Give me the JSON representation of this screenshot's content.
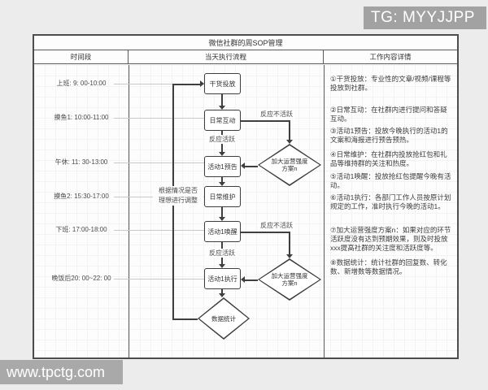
{
  "watermarks": {
    "telegram": "TG: MYYJJPP",
    "website": "www.tpctg.com"
  },
  "diagram": {
    "title": "微信社群的周SOP管理",
    "columns": {
      "time": "时间段",
      "process": "当天执行流程",
      "details": "工作内容详情"
    }
  },
  "timeline": [
    {
      "label": "上班: 9: 00-10:00"
    },
    {
      "label": "摸鱼1: 10:00-11:00"
    },
    {
      "label": "午休: 11: 30-13:00"
    },
    {
      "label": "摸鱼2: 15:30-17:00"
    },
    {
      "label": "下班: 17:00-18:00"
    },
    {
      "label": "晚饭后20: 00~22: 00"
    }
  ],
  "flow": {
    "nodes": [
      {
        "label": "干货投放"
      },
      {
        "label": "日常互动"
      },
      {
        "label": "活动1预告"
      },
      {
        "label": "日常维护"
      },
      {
        "label": "活动1唤醒"
      },
      {
        "label": "活动1执行"
      }
    ],
    "decision_plan": "加大运营强度方案n",
    "decision_stats": "数据统计",
    "labels": {
      "active": "反应活跃",
      "inactive": "反应不活跃",
      "feedback_line1": "根据情况是否",
      "feedback_line2": "理想进行调整"
    }
  },
  "details": [
    {
      "text": "①干货投放：专业性的文章/视频/课程等投放到社群。"
    },
    {
      "text": "②日常互动：在社群内进行提问和答疑互动。"
    },
    {
      "text": "③活动1预告：投放今晚执行的活动1的文案和海报进行预告预热。"
    },
    {
      "text": "④日常维护：在社群内投放抢红包和礼品等维持群的关注和热度。"
    },
    {
      "text": "⑤活动1唤醒：投放抢红包提醒今晚有活动。"
    },
    {
      "text": "⑥活动1执行：各部门工作人员按原计划规定的工作，准时执行今晚的活动1。"
    },
    {
      "text": "⑦加大运营强度方案n：如果对应的环节活跃度没有达到预期效果，则及时投放xxx提高社群的关注度和活跃度等。"
    },
    {
      "text": "⑧数据统计：统计社群的回复数、转化数、新增数等数据情况。"
    }
  ]
}
